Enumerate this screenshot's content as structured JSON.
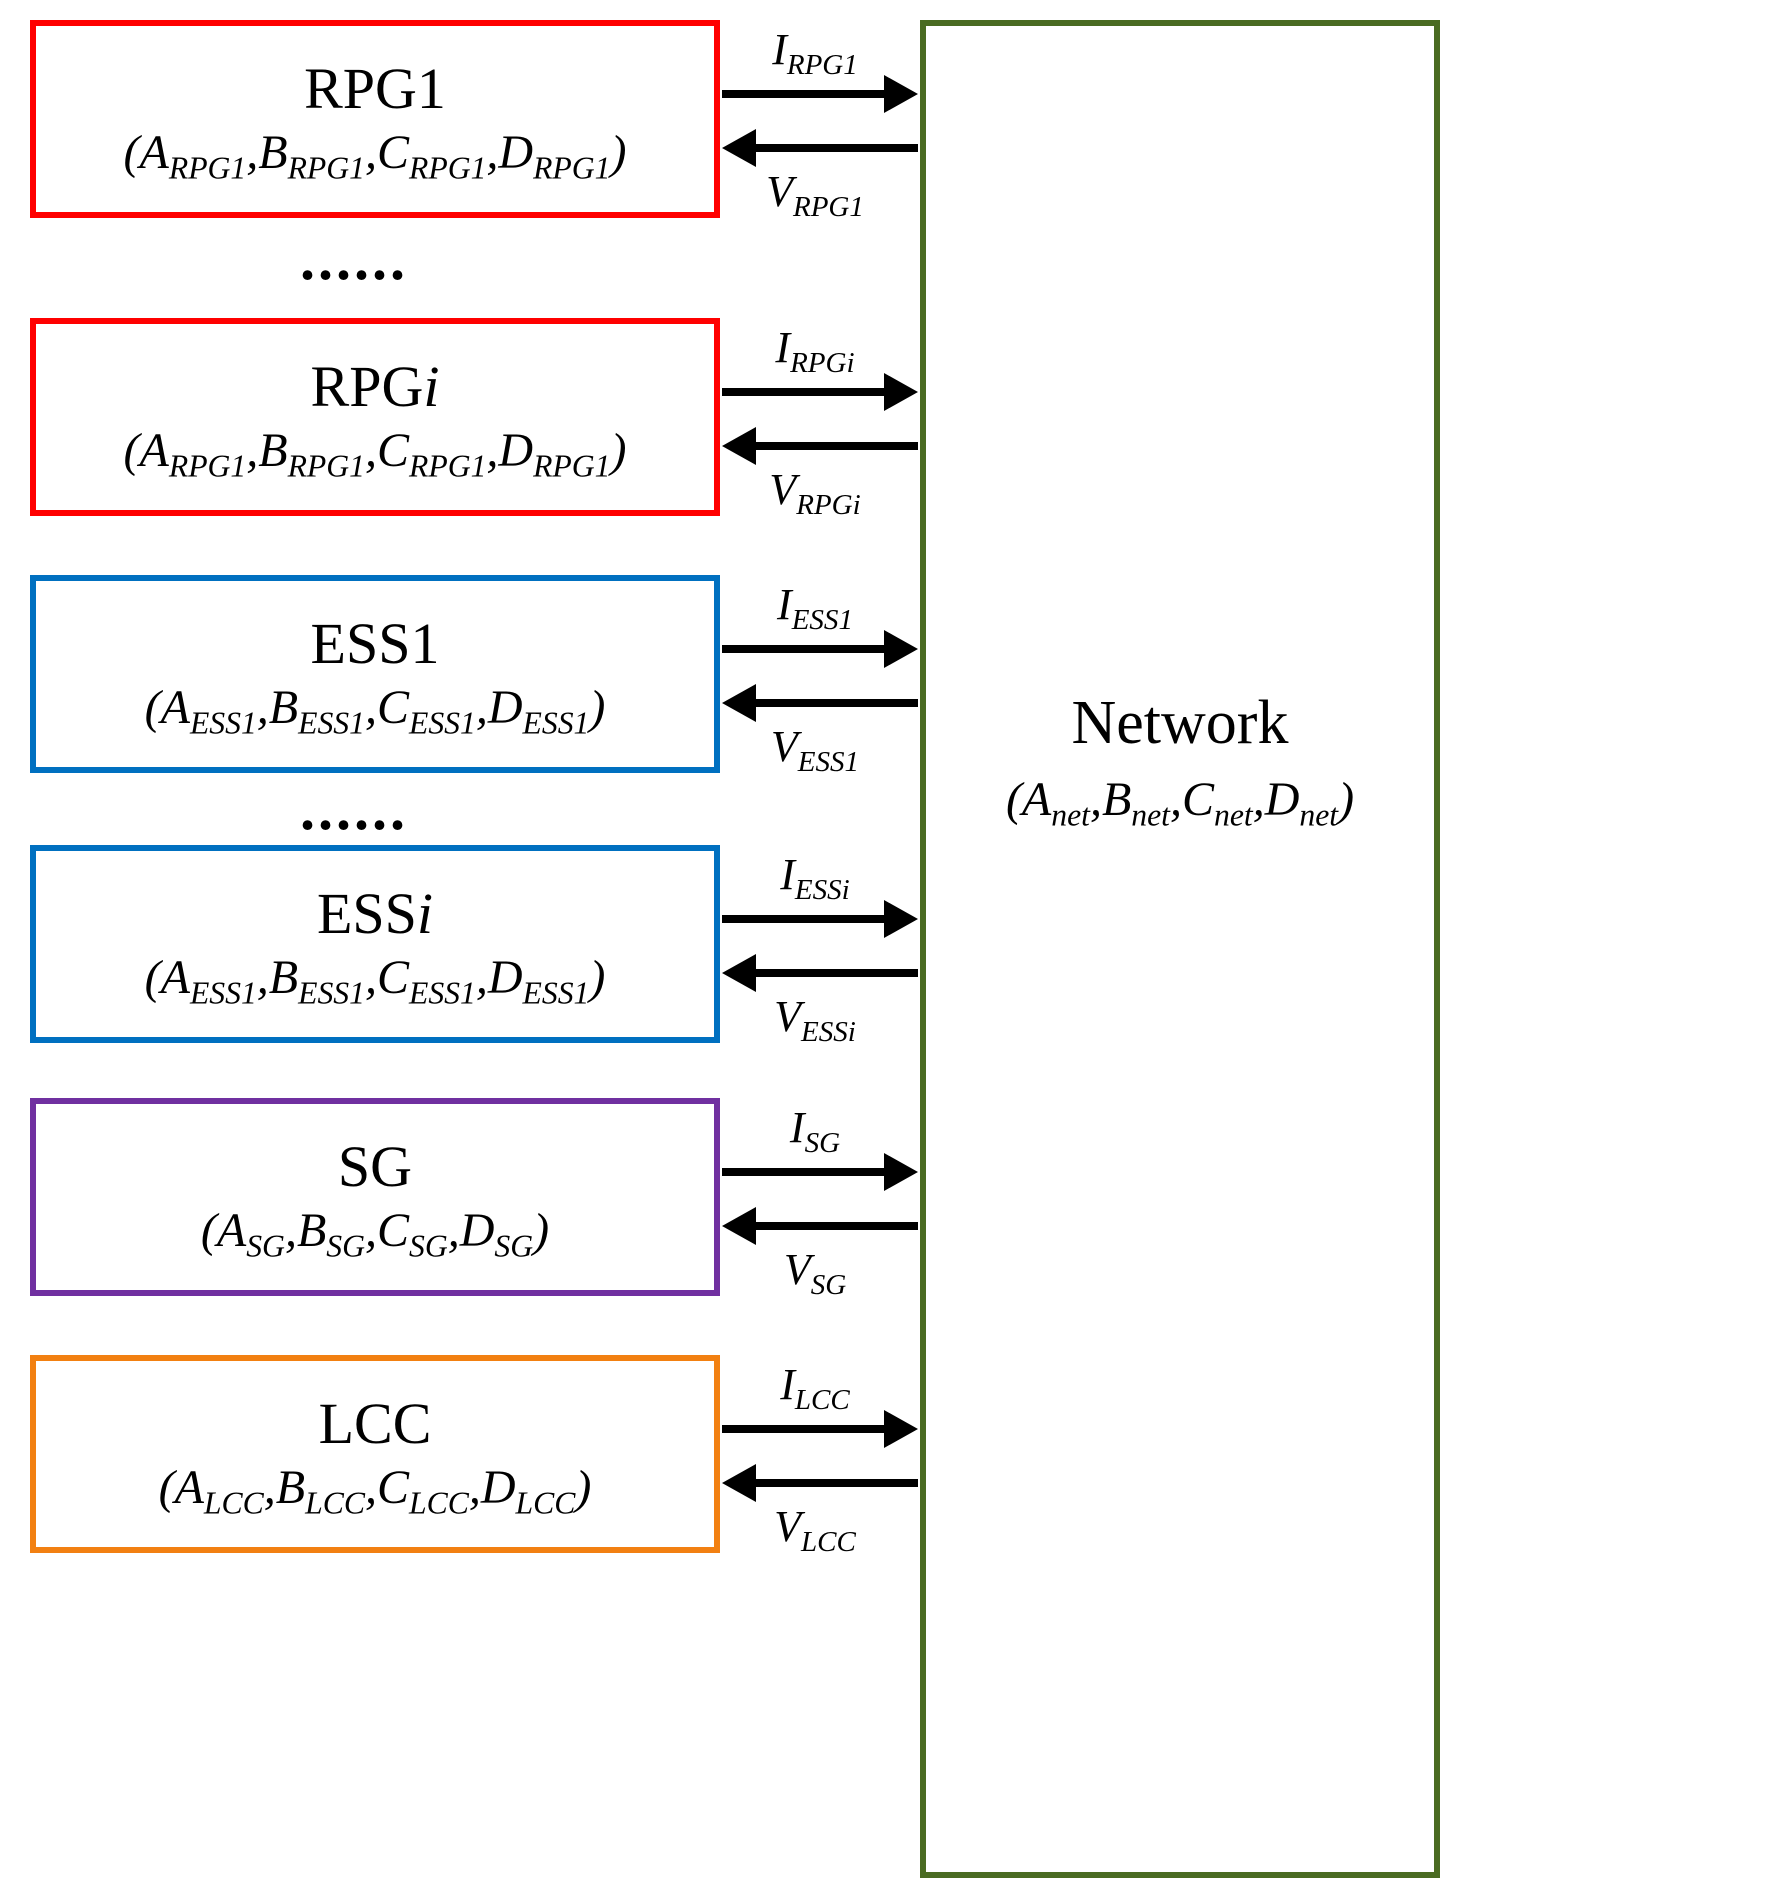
{
  "diagram": {
    "ellipsis": "......",
    "network": {
      "title": "Network",
      "params": "(A_{net},B_{net},C_{net},D_{net})",
      "border_color": "#4a6b22"
    },
    "blocks": [
      {
        "title": "RPG1",
        "params": "(A_{RPG1},B_{RPG1},C_{RPG1},D_{RPG1})",
        "current_label": "I_{RPG1}",
        "voltage_label": "V_{RPG1}",
        "border_color": "#ff0000"
      },
      {
        "title": "RPG*i*",
        "params": "(A_{RPG1},B_{RPG1},C_{RPG1},D_{RPG1})",
        "current_label": "I_{RPGi}",
        "voltage_label": "V_{RPGi}",
        "border_color": "#ff0000"
      },
      {
        "title": "ESS1",
        "params": "(A_{ESS1},B_{ESS1},C_{ESS1},D_{ESS1})",
        "current_label": "I_{ESS1}",
        "voltage_label": "V_{ESS1}",
        "border_color": "#0070c0"
      },
      {
        "title": "ESS*i*",
        "params": "(A_{ESS1},B_{ESS1},C_{ESS1},D_{ESS1})",
        "current_label": "I_{ESSi}",
        "voltage_label": "V_{ESSi}",
        "border_color": "#0070c0"
      },
      {
        "title": "SG",
        "params": "(A_{SG},B_{SG},C_{SG},D_{SG})",
        "current_label": "I_{SG}",
        "voltage_label": "V_{SG}",
        "border_color": "#7030a0"
      },
      {
        "title": "LCC",
        "params": "(A_{LCC},B_{LCC},C_{LCC},D_{LCC})",
        "current_label": "I_{LCC}",
        "voltage_label": "V_{LCC}",
        "border_color": "#f28011"
      }
    ]
  }
}
